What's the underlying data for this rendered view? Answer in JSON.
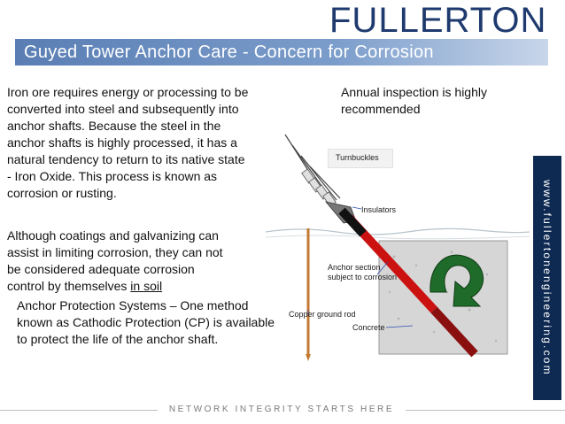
{
  "header": {
    "logo_text": "FULLERTON",
    "title": "Guyed Tower Anchor Care  - Concern for Corrosion"
  },
  "sidebar": {
    "url": "www.fullertonengineering.com"
  },
  "content": {
    "para1_lines": [
      "Iron ore requires energy or processing to be",
      "converted into steel and subsequently into",
      "anchor shafts. Because the steel in the",
      "anchor shafts is highly processed, it has a",
      "natural tendency to return to its native state",
      "- Iron Oxide. This process is known as",
      "corrosion or rusting."
    ],
    "para2_lines": [
      "Although coatings and galvanizing can",
      "assist in limiting corrosion, they can not",
      "be considered adequate corrosion"
    ],
    "para2_last_prefix": "control by themselves ",
    "para2_last_underlined": "in soil",
    "para3_lines": [
      "Anchor Protection Systems – One method",
      "known as Cathodic Protection (CP) is  available",
      "to protect the life of the anchor shaft."
    ],
    "para4_lines": [
      "Annual inspection is highly",
      "recommended"
    ]
  },
  "diagram": {
    "turnbuckles_label": "Turnbuckles",
    "insulators_label": "Insulators",
    "anchor_section_label": "Anchor section",
    "anchor_subject_label": "subject to corrosion",
    "ground_rod_label": "Copper ground rod",
    "concrete_label": "Concrete",
    "colors": {
      "red_section": "#cc1111",
      "black_section": "#111111",
      "arrow_green": "#1f6b2a",
      "ground_rod": "#c47a33",
      "concrete": "#d9d9d9",
      "label_blue": "#2a4fb0"
    }
  },
  "footer": {
    "tagline": "NETWORK INTEGRITY STARTS HERE"
  }
}
